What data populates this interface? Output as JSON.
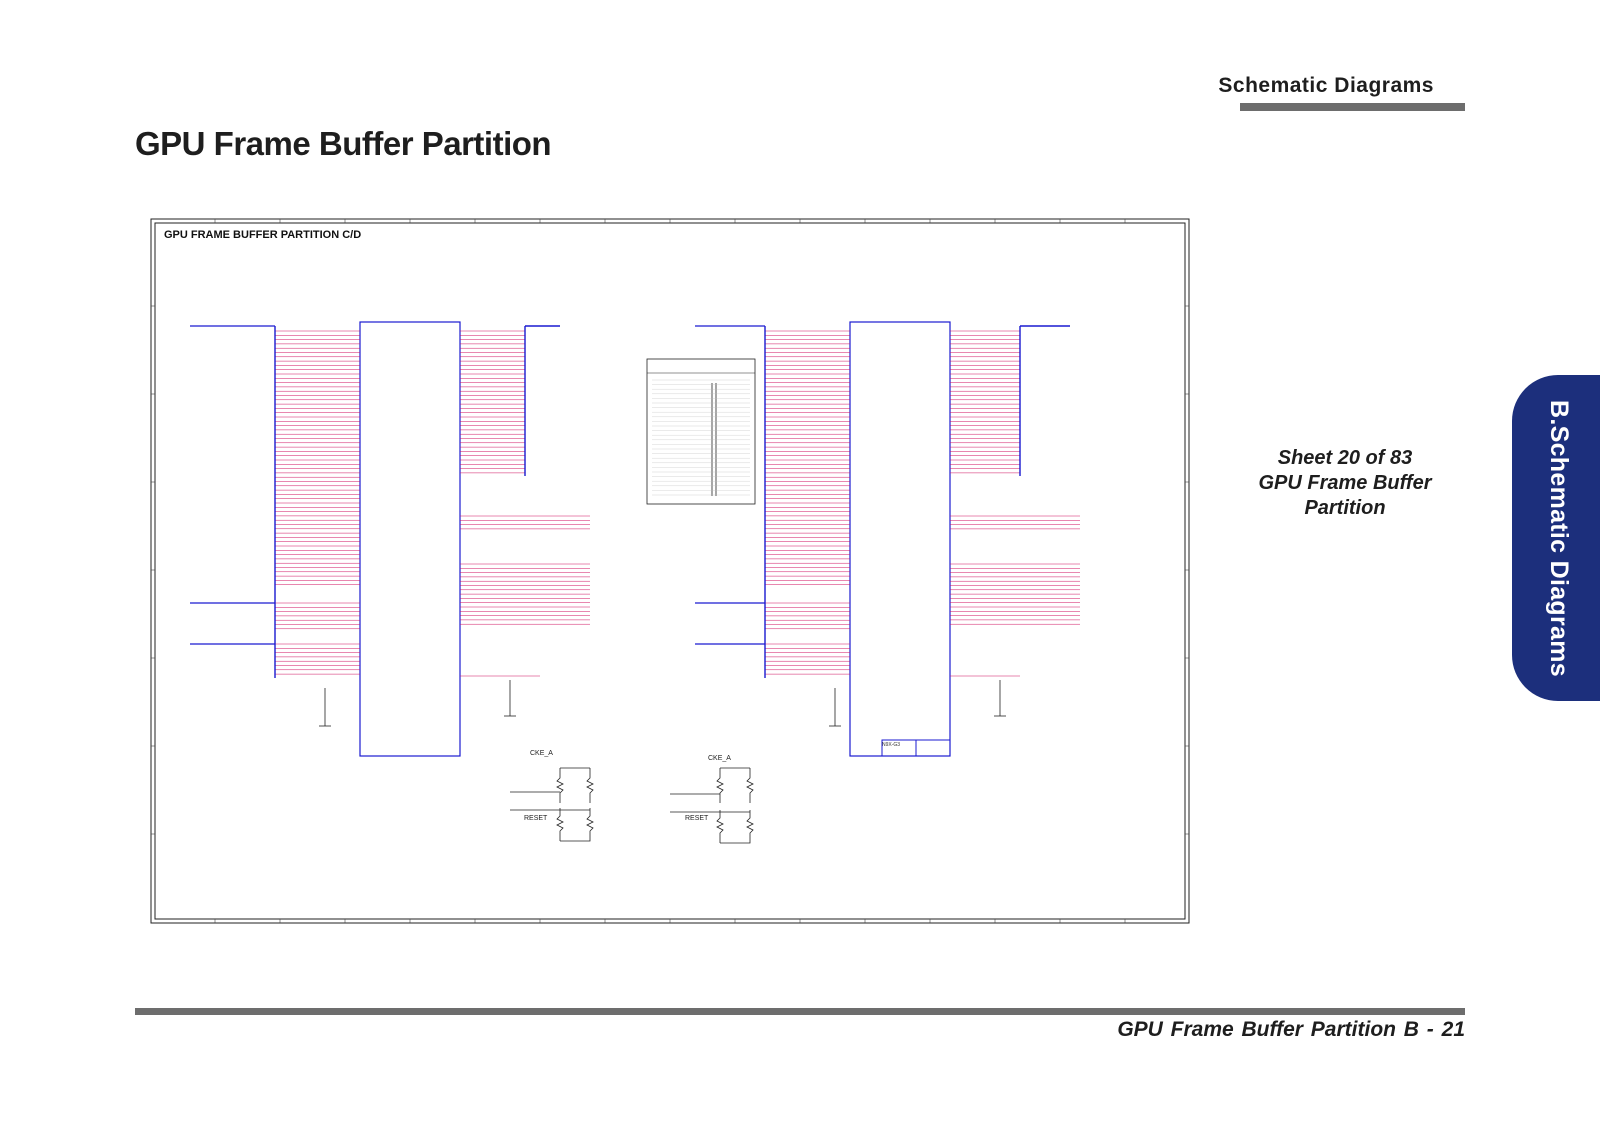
{
  "header": {
    "section": "Schematic Diagrams"
  },
  "page": {
    "title": "GPU Frame Buffer Partition"
  },
  "side": {
    "sheet_line1": "Sheet 20 of 83",
    "sheet_line2": "GPU Frame Buffer",
    "sheet_line3": "Partition"
  },
  "tab": {
    "label": "B.Schematic Diagrams"
  },
  "footer": {
    "text": "GPU Frame Buffer Partition  B  -  21"
  },
  "schematic": {
    "title": "GPU FRAME BUFFER PARTITION C/D",
    "cke_label": "CKE_A",
    "reset_label": "RESET",
    "part_label": "N9X-G3",
    "colors": {
      "wire": "#d01060",
      "bus": "#1a1ad0",
      "frame": "#222222"
    }
  }
}
